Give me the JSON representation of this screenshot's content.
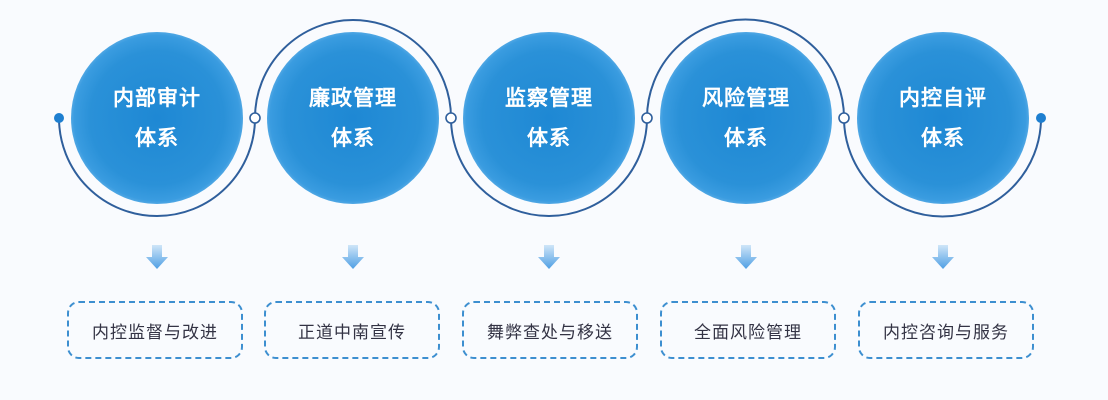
{
  "diagram": {
    "colors": {
      "background": "#f9fbfe",
      "bubble": "#1e88d4",
      "line": "#2f5f9c",
      "node_fill": "#1e7fd0",
      "box_border": "#3d8fd0",
      "arrow": "#6aaee8",
      "box_text": "#333344"
    },
    "systems": [
      {
        "title_line1": "内部审计",
        "title_line2": "体系",
        "detail": "内控监督与改进"
      },
      {
        "title_line1": "廉政管理",
        "title_line2": "体系",
        "detail": "正道中南宣传"
      },
      {
        "title_line1": "监察管理",
        "title_line2": "体系",
        "detail": "舞弊查处与移送"
      },
      {
        "title_line1": "风险管理",
        "title_line2": "体系",
        "detail": "全面风险管理"
      },
      {
        "title_line1": "内控自评",
        "title_line2": "体系",
        "detail": "内控咨询与服务"
      }
    ],
    "icons": {
      "connector": "down-arrow-icon",
      "path_node": "circle-node-icon"
    }
  }
}
